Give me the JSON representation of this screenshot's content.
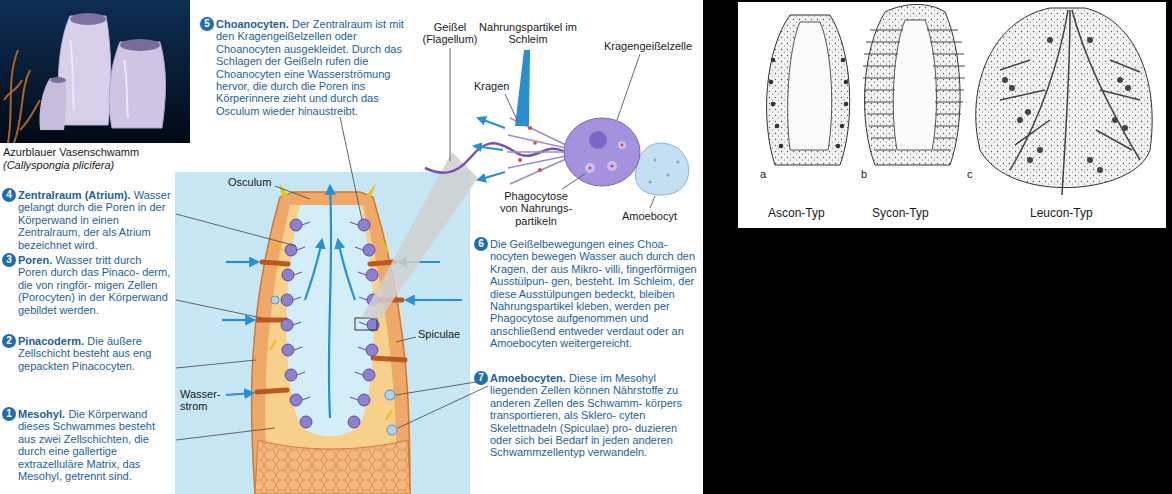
{
  "diagram": {
    "nodes": [
      {
        "text": [
          "5"
        ]
      },
      {
        "text": [
          "4"
        ]
      },
      {
        "text": [
          "3"
        ]
      },
      {
        "text": [
          "2"
        ]
      },
      {
        "text": [
          "1"
        ]
      },
      {
        "text": [
          "6"
        ]
      },
      {
        "text": [
          "7"
        ]
      },
      {
        "text": [
          "Osculum",
          "Spiculae",
          "Wasser- strom"
        ]
      }
    ],
    "labels": [
      "Azurblauer Vasenschwamm",
      "(Callyspongia plicifera)",
      "Choanocyten.",
      "Der Zentralraum ist mit den Kragengeißelzellen oder Choanocyten ausgekleidet. Durch das Schlagen der Geißeln rufen die Choanocyten eine Wasserströmung hervor, die durch die Poren ins Körperinnere zieht und durch das Osculum wieder hinaustreibt.",
      "Geißel (Flagellum)",
      "Nahrungspartikel im Schleim",
      "Kragen",
      "Kragengeißelzelle",
      "Zentralraum (Atrium).",
      "Wasser gelangt durch die Poren in der Körperwand in einen Zentralraum, der als Atrium bezeichnet wird.",
      "Phagocytose von Nahrungs- partikeln",
      "Amoebocyt",
      "Poren.",
      "Wasser tritt durch Poren durch das Pinaco- derm, die von ringför- migen Zellen (Porocyten) in der Körperwand gebildet werden.",
      "Pinacoderm.",
      "Die äußere Zellschicht besteht aus eng gepackten Pinacocyten.",
      "Mesohyl.",
      "Die Körperwand dieses Schwammes besteht aus zwei Zellschichten, die durch eine gallertige extrazelluläre Matrix, das Mesohyl, getrennt sind.",
      "Die Geißelbewegungen eines Choa- nocyten bewegen Wasser auch durch den Kragen, der aus Mikro- villi, fingerförmigen Ausstülpun- gen, besteht. Im Schleim, der diese Ausstülpungen bedeckt, bleiben Nahrungspartikel kleben, werden per Phagocytose aufgenommen und anschließend entweder verdaut oder an Amoebocyten weitergereicht.",
      "Amoebocyten.",
      "Diese im Mesohyl liegenden Zellen können Nährstoffe zu anderen Zellen des Schwamm- körpers transportieren, als Sklero- cyten Skelettnadeln (Spiculae) pro- duzieren oder sich bei Bedarf in jeden anderen Schwammzellentyp verwandeln.",
      "a",
      "b",
      "c",
      "Ascon-Typ",
      "Sycon-Typ",
      "Leucon-Typ"
    ]
  }
}
